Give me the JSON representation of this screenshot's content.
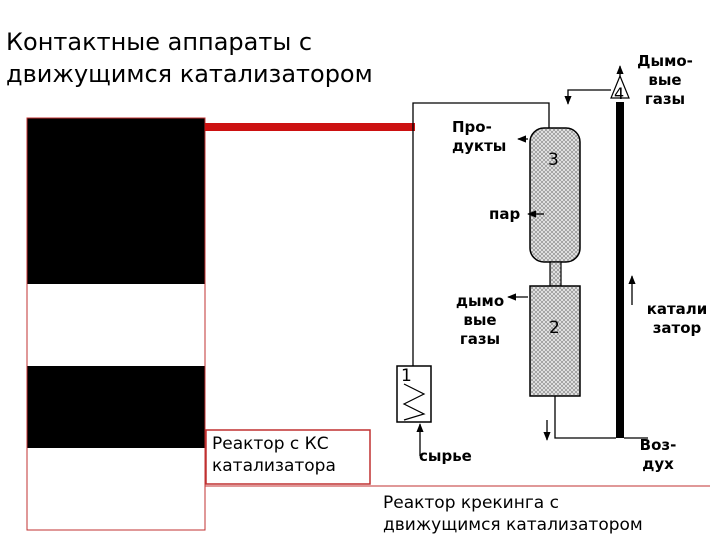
{
  "title": {
    "line1": "Контактные аппараты с",
    "line2": "движущимся катализатором"
  },
  "labels": {
    "products": [
      "Про-",
      "дукты"
    ],
    "steam": "пар",
    "flue_gas_mid": [
      "дымо",
      "вые",
      "газы"
    ],
    "flue_gas_top": [
      "Дымо-",
      "вые",
      "газы"
    ],
    "catalyst": [
      "катали",
      "затор"
    ],
    "feed": "сырье",
    "air": [
      "Воз-",
      "дух"
    ]
  },
  "numbers": {
    "n1": "1",
    "n2": "2",
    "n3": "3",
    "n4": "4"
  },
  "captions": {
    "fb_reactor": [
      "Реактор с КС",
      "катализатора"
    ],
    "moving_reactor": [
      "Реактор крекинга с",
      "движущимся катализатором"
    ]
  },
  "colors": {
    "accent": "#cc1111",
    "frame": "#c03030",
    "fill": "#000000",
    "vessel": "#c8c8c8"
  }
}
